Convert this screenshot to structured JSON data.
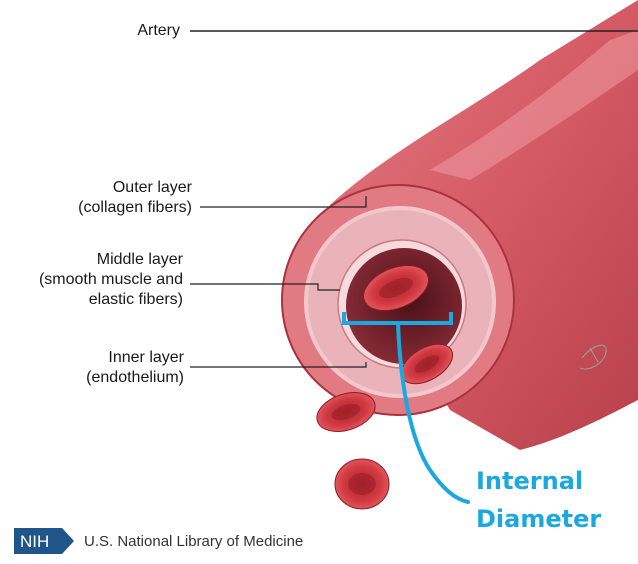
{
  "labels": {
    "artery": "Artery",
    "outer_line1": "Outer layer",
    "outer_line2": "(collagen fibers)",
    "middle_line1": "Middle layer",
    "middle_line2": "(smooth muscle and",
    "middle_line3": "elastic fibers)",
    "inner_line1": "Inner layer",
    "inner_line2": "(endothelium)"
  },
  "diameter": {
    "line1": "Internal",
    "line2": "Diameter"
  },
  "footer": {
    "logo_text": "NIH",
    "org_name": "U.S. National Library of Medicine"
  },
  "colors": {
    "artery_body": "#d9606a",
    "artery_dark": "#a8323d",
    "outer_wall": "#e07a84",
    "middle_wall": "#f0c3c8",
    "lumen": "#6e1f2a",
    "blood_cell": "#c9323a",
    "diameter_accent": "#1ba7e0",
    "nih_blue": "#20558a"
  }
}
